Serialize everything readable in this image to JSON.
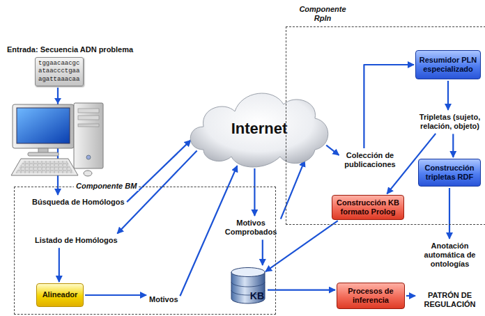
{
  "diagram": {
    "nodes": [
      {
        "text": [
          "Entrada: Secuencia ADN problema",
          "tggaacaacgc ataaccctgaa agattaaacaa"
        ]
      },
      {
        "text": [
          "Componente BM"
        ]
      },
      {
        "text": [
          "Búsqueda de Homólogos"
        ],
        "in": 1
      },
      {
        "text": [
          "Listado de Homólogos"
        ],
        "in": 1
      },
      {
        "text": [
          "Alineador"
        ],
        "in": 1
      },
      {
        "text": [
          "Motivos"
        ],
        "in": 1
      },
      {
        "text": [
          "Motivos Comprobados"
        ],
        "in": 1
      },
      {
        "text": [
          "KB"
        ],
        "in": 1
      },
      {
        "text": [
          "Internet"
        ]
      },
      {
        "text": [
          "Componente Rpln"
        ]
      },
      {
        "text": [
          "Colección de publicaciones"
        ],
        "in": 9
      },
      {
        "text": [
          "Resumidor PLN especializado"
        ],
        "in": 9
      },
      {
        "text": [
          "Tripletas (sujeto, relación, objeto)"
        ],
        "in": 9
      },
      {
        "text": [
          "Construcción tripletas RDF"
        ],
        "in": 9
      },
      {
        "text": [
          "Construcción KB formato Prolog"
        ],
        "in": 9
      },
      {
        "text": [
          "Anotación automática de ontologías"
        ]
      },
      {
        "text": [
          "Procesos de inferencia"
        ]
      },
      {
        "text": [
          "PATRÓN DE REGULACIÓN"
        ]
      }
    ],
    "edges": [
      {
        "from": 0,
        "to": 2,
        "arrow": "to"
      },
      {
        "from": 2,
        "to": 8,
        "arrow": "to"
      },
      {
        "from": 8,
        "to": 3,
        "arrow": "to"
      },
      {
        "from": 3,
        "to": 4,
        "arrow": "to"
      },
      {
        "from": 4,
        "to": 5,
        "arrow": "to"
      },
      {
        "from": 5,
        "to": 8,
        "arrow": "to"
      },
      {
        "from": 8,
        "to": 6,
        "arrow": "to"
      },
      {
        "from": 6,
        "to": 7,
        "arrow": "to"
      },
      {
        "from": 6,
        "to": 8,
        "arrow": "to"
      },
      {
        "from": 8,
        "to": 10,
        "arrow": "to"
      },
      {
        "from": 10,
        "to": 11,
        "arrow": "to"
      },
      {
        "from": 11,
        "to": 12,
        "arrow": "to"
      },
      {
        "from": 12,
        "to": 13,
        "arrow": "to"
      },
      {
        "from": 12,
        "to": 14,
        "arrow": "to"
      },
      {
        "from": 13,
        "to": 15,
        "arrow": "to"
      },
      {
        "from": 14,
        "to": 7,
        "arrow": "to"
      },
      {
        "from": 7,
        "to": 16,
        "arrow": "to"
      },
      {
        "from": 16,
        "to": 17,
        "arrow": "to"
      }
    ]
  }
}
